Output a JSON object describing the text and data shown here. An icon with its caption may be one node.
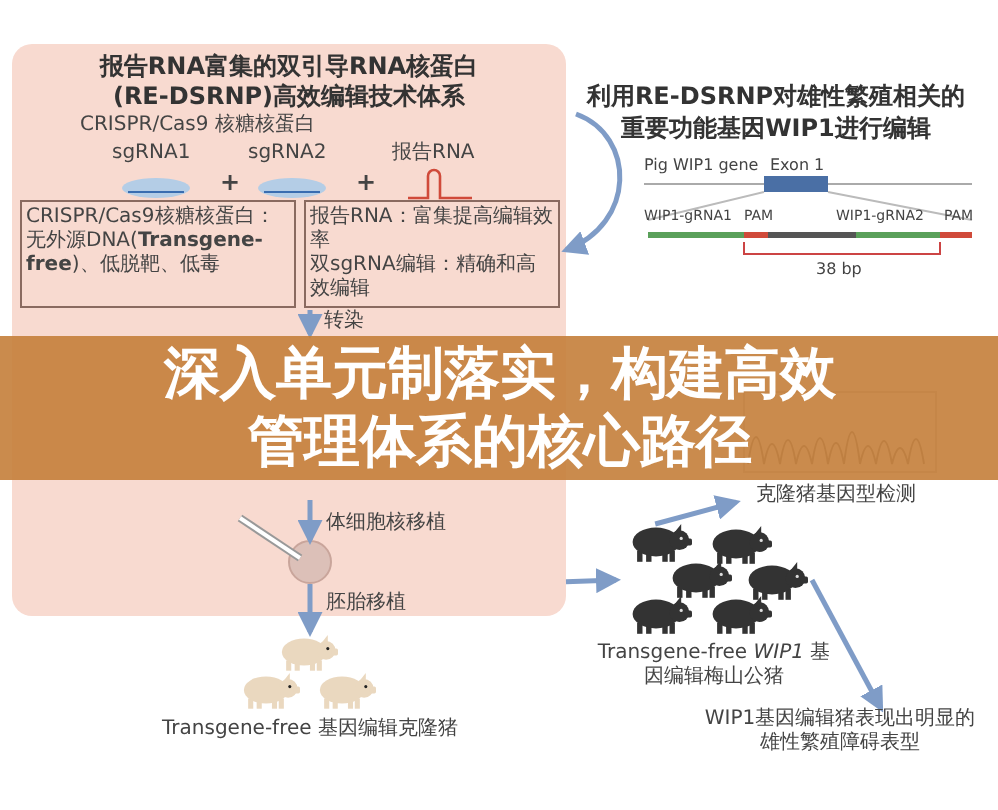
{
  "diagram": {
    "nodes": [
      {
        "text": [
          "报告RNA富集的双引导RNA核蛋白(RE-DSRNP)高效编辑技术体系"
        ]
      },
      {
        "text": [
          "CRISPR/Cas9核糖核蛋白：无外源DNA(**Transgene-free**)、低脱靶、低毒"
        ],
        "in": 0
      },
      {
        "text": [
          "报告RNA：富集提高编辑效率",
          "双sgRNA编辑：精确和高效编辑"
        ],
        "in": 0
      },
      {
        "text": [],
        "shape": "circle",
        "in": 0
      },
      {
        "text": [],
        "shape": "picture",
        "beside": [
          "Transgene-free 基因编辑克隆猪"
        ]
      },
      {
        "text": [],
        "shape": "picture",
        "beside": [
          "Transgene-free *WIP1* 基因编辑梅山公猪"
        ]
      },
      {
        "text": [
          "WIP1基因编辑猪表现出明显的雄性繁殖障碍表型"
        ]
      },
      {
        "text": [
          "利用RE-DSRNP对雄性繁殖相关的重要功能基因WIP1进行编辑"
        ]
      },
      {
        "text": [
          "克隆猪基因型检测"
        ]
      }
    ],
    "edges": [
      {
        "from": 7,
        "to": 0,
        "arrow": "to"
      },
      {
        "from": null,
        "to": 3,
        "arrow": "to",
        "label": "体细胞核移植"
      },
      {
        "from": 3,
        "to": 4,
        "arrow": "to",
        "label": "胚胎移植"
      },
      {
        "from": 0,
        "to": 5,
        "arrow": "to"
      },
      {
        "from": 5,
        "to": 8,
        "arrow": "to"
      },
      {
        "from": 5,
        "to": 6,
        "arrow": "to"
      }
    ],
    "labels": [
      "CRISPR/Cas9 核糖核蛋白",
      "sgRNA1",
      "+",
      "sgRNA2",
      "+",
      "报告RNA",
      "转染",
      "深入单元制落实，构建高效管理体系的核心路径",
      "Pig WIP1 gene",
      "Exon 1",
      "WIP1-gRNA1",
      "PAM",
      "WIP1-gRNA2",
      "PAM",
      "38 bp"
    ]
  }
}
